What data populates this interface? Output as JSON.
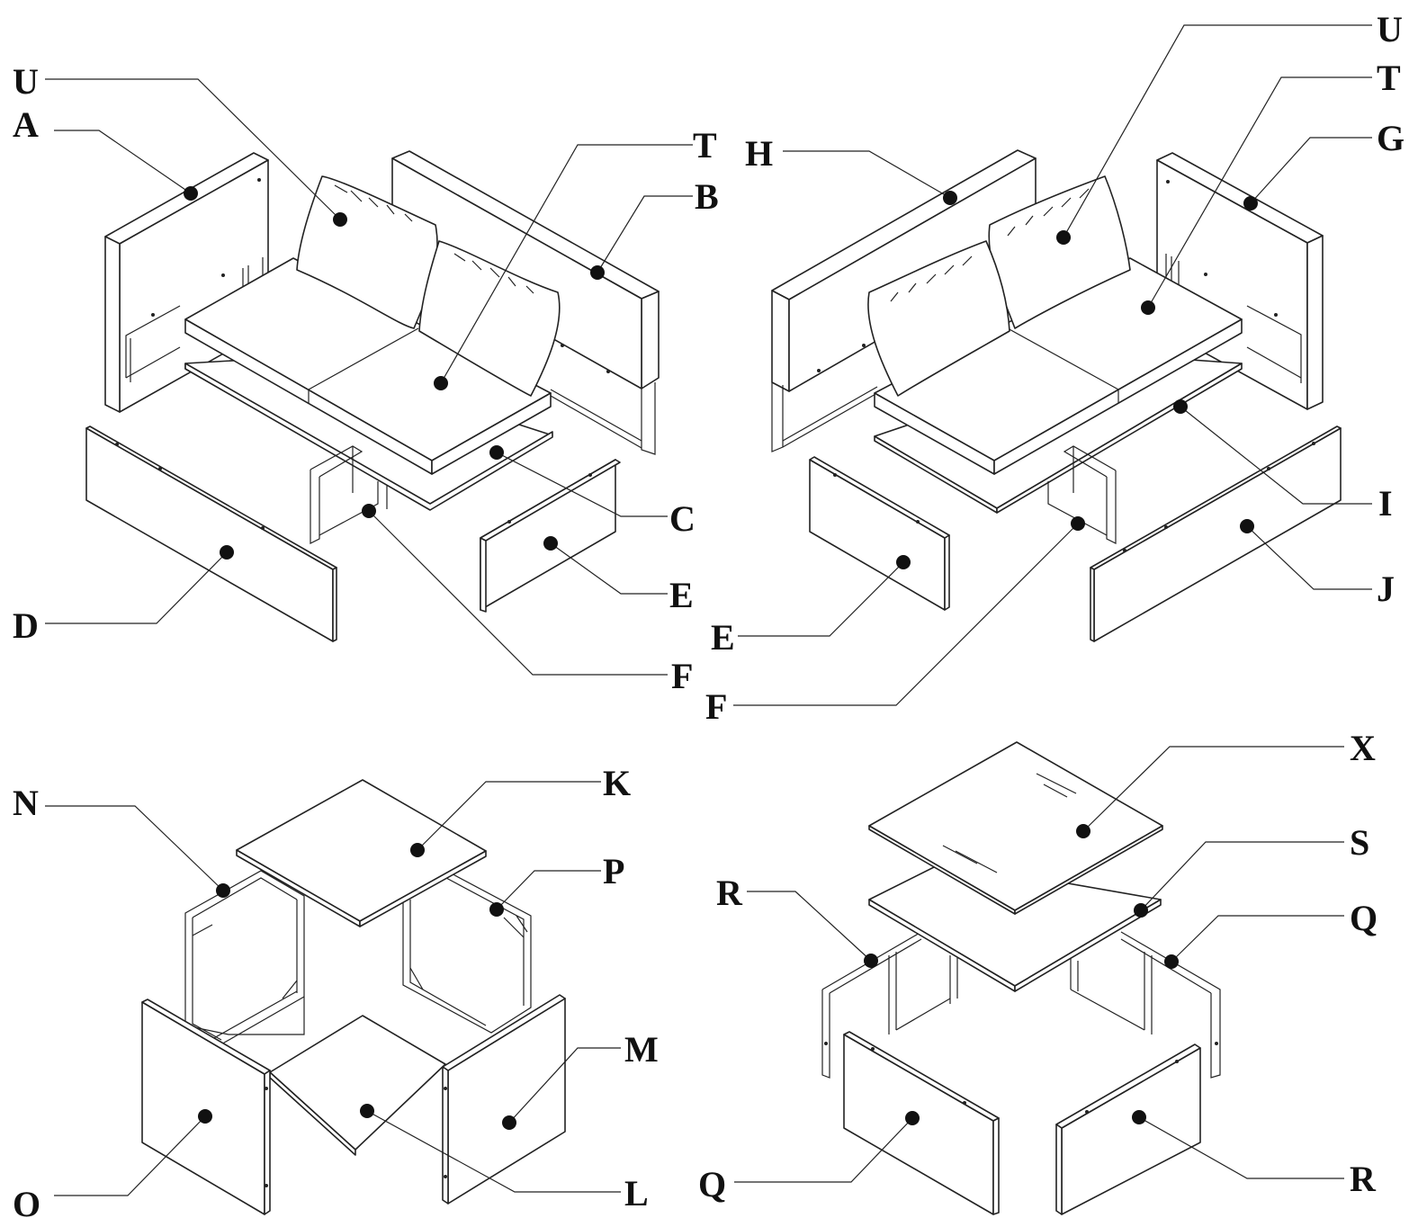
{
  "diagram": {
    "colors": {
      "line": "#222222",
      "background": "#ffffff",
      "label": "#111111"
    },
    "quadrants": [
      {
        "id": "sofa-left",
        "labels": [
          "U",
          "A",
          "T",
          "B",
          "C",
          "E",
          "D",
          "F"
        ]
      },
      {
        "id": "sofa-right",
        "labels": [
          "U",
          "T",
          "H",
          "G",
          "I",
          "J",
          "E",
          "F"
        ]
      },
      {
        "id": "table-left",
        "labels": [
          "N",
          "K",
          "P",
          "M",
          "O",
          "L"
        ]
      },
      {
        "id": "table-right",
        "labels": [
          "X",
          "S",
          "R",
          "Q",
          "Q",
          "R"
        ]
      }
    ]
  }
}
